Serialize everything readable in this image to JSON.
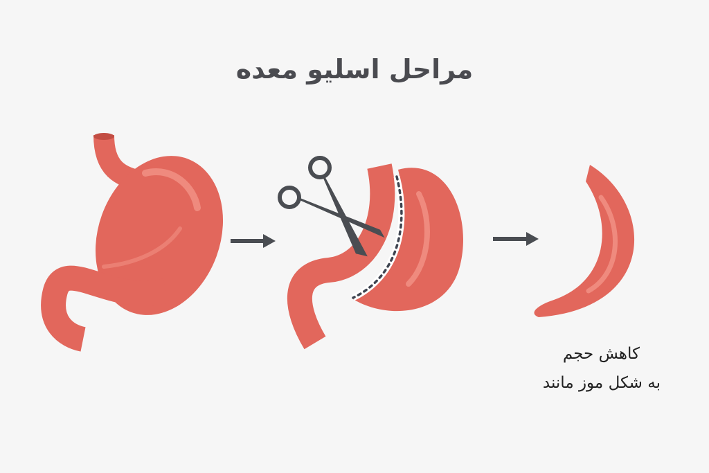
{
  "title": "مراحل اسلیو معده",
  "caption": {
    "line1": "کاهش حجم",
    "line2": "به شکل موز مانند"
  },
  "colors": {
    "stomach": "#e2675c",
    "stomach_light": "#ef8a7e",
    "stomach_dark": "#cf5549",
    "tool": "#4a4d52",
    "text": "#4a4b50"
  },
  "steps": [
    "normal-stomach",
    "cutting-stomach",
    "sleeve-stomach"
  ]
}
